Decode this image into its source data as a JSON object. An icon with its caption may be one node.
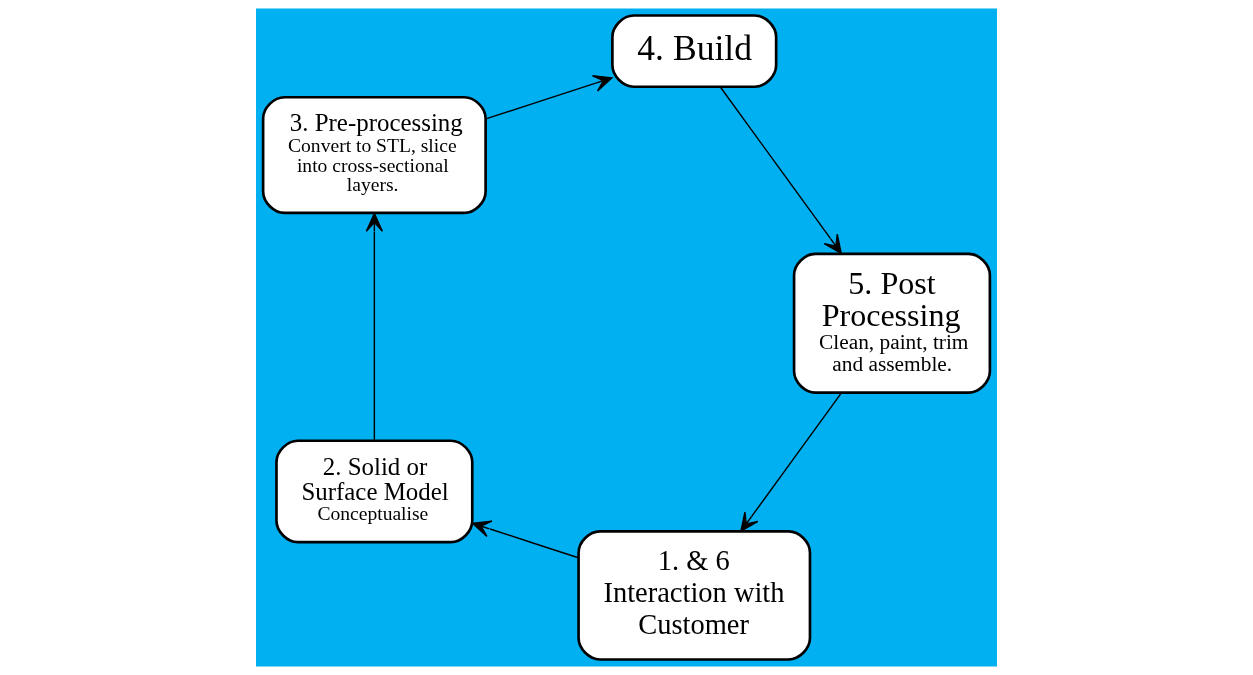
{
  "diagram": {
    "nodes": [
      {
        "text": [
          "1. & 6 Interaction with Customer"
        ]
      },
      {
        "text": [
          "2. Solid or Surface Model",
          "Conceptualise"
        ]
      },
      {
        "text": [
          "3. Pre-processing",
          "Convert to STL, slice into cross-sectional layers."
        ]
      },
      {
        "text": [
          "4. Build"
        ]
      },
      {
        "text": [
          "5. Post Processing",
          "Clean, paint, trim and assemble."
        ]
      }
    ],
    "edges": [
      {
        "from": 0,
        "to": 1,
        "arrow": "to"
      },
      {
        "from": 1,
        "to": 2,
        "arrow": "to"
      },
      {
        "from": 2,
        "to": 3,
        "arrow": "to"
      },
      {
        "from": 3,
        "to": 4,
        "arrow": "to"
      },
      {
        "from": 4,
        "to": 0,
        "arrow": "to"
      }
    ]
  }
}
